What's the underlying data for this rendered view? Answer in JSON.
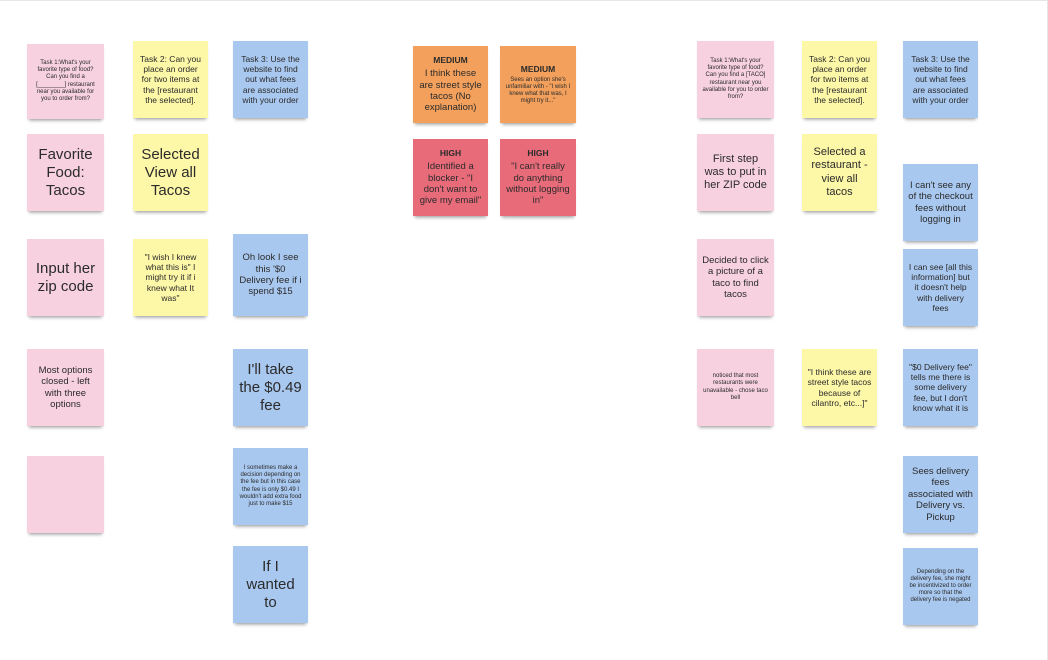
{
  "colors": {
    "pink": "#f7d1df",
    "yellow": "#fdf7a8",
    "blue": "#a9c8ef",
    "orange": "#f2a05c",
    "red": "#e86b7a"
  },
  "left": {
    "task1": "Task 1:What's your favorite type of food? Can you find a [________] restaurant near you available for you to order from?",
    "task2": "Task 2: Can you place an order for two items at the [restaurant the selected].",
    "task3": "Task 3: Use the website to find out what fees are associated with your order",
    "favorite_food": "Favorite Food: Tacos",
    "selected_view_all": "Selected View all Tacos",
    "input_zip": "Input her zip code",
    "wish_knew": "\"I wish I knew what this is\" I might try it if i knew what It was\"",
    "delivery_fee_15": "Oh look I see this '$0 Delivery fee if i spend $15",
    "options_closed": "Most options closed - left with three options",
    "take_fee": "I'll take the $0.49 fee",
    "empty_note": "",
    "sometimes_decision": "I sometimes make a decision depending on the fee but in this case the fee is only $0.49 I wouldn't add extra food just to make $15",
    "if_i_wanted": "If I wanted to"
  },
  "middle": {
    "medium1_level": "MEDIUM",
    "medium1_text": "I think these are street style tacos (No explanation)",
    "medium2_level": "MEDIUM",
    "medium2_text": "Sees an option she's unfamiliar with - \"I wish I knew what that was, I might try it...\"",
    "high1_level": "HIGH",
    "high1_text": "Identified a blocker - \"I don't want to give my email\"",
    "high2_level": "HIGH",
    "high2_text": "\"I can't really do anything without logging in\""
  },
  "right": {
    "task1": "Task 1:What's your favorite type of food? Can you find a [TACO] restaurant near you available for you to order from?",
    "task2": "Task 2: Can you place an order for two items at the [restaurant the selected].",
    "task3": "Task 3: Use the website to find out what fees are associated with your order",
    "first_step_zip": "First step was to put in her ZIP code",
    "selected_restaurant": "Selected a restaurant - view all tacos",
    "cant_see_checkout": "I can't see any of the checkout fees without logging in",
    "clicked_taco_picture": "Decided to click a picture of a taco to find tacos",
    "can_see_info": "I can see [all this information] but it doesn't help with delivery fees",
    "noticed_unavailable": "noticed that most restaurants were unavailable - chose taco bell",
    "street_style_cilantro": "\"I think these are street style tacos because of cilantro, etc...]\"",
    "zero_delivery_fee": "\"$0 Delivery fee\" tells me there is some delivery fee, but I don't know what it is",
    "sees_delivery_fees": "Sees delivery fees associated with Delivery vs. Pickup",
    "depending_on_fee": "Depending on the delivery fee, she might be incentivized to order more so that the delivery fee is negated"
  }
}
